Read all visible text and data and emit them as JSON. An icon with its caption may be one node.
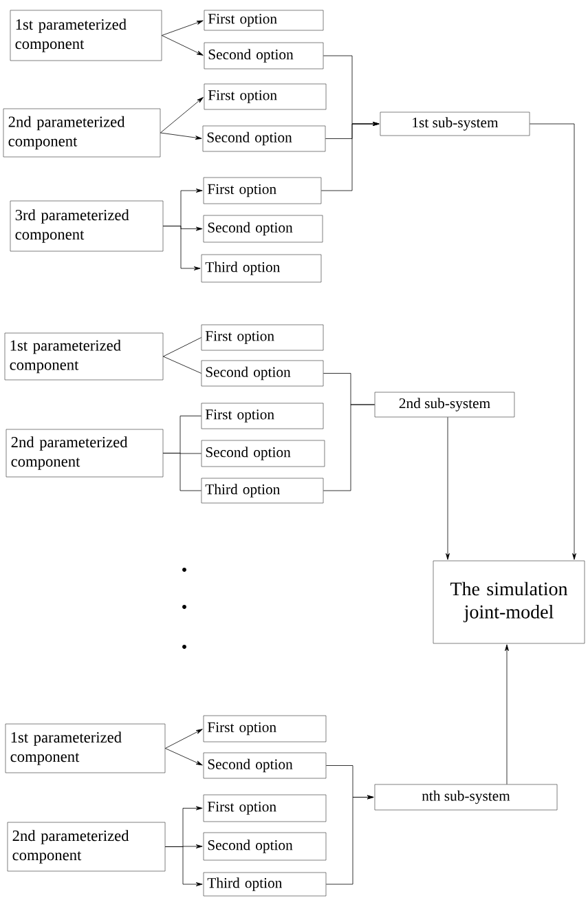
{
  "diagram": {
    "nodes": [
      {
        "text": [
          "1st parameterized component"
        ]
      },
      {
        "text": [
          "First option"
        ]
      },
      {
        "text": [
          "Second option"
        ]
      },
      {
        "text": [
          "2nd parameterized component"
        ]
      },
      {
        "text": [
          "First option"
        ]
      },
      {
        "text": [
          "Second option"
        ]
      },
      {
        "text": [
          "1st sub-system"
        ]
      },
      {
        "text": [
          "3rd parameterized component"
        ]
      },
      {
        "text": [
          "First option"
        ]
      },
      {
        "text": [
          "Second option"
        ]
      },
      {
        "text": [
          "Third option"
        ]
      },
      {
        "text": [
          "1st parameterized component"
        ]
      },
      {
        "text": [
          "First option"
        ]
      },
      {
        "text": [
          "Second option"
        ]
      },
      {
        "text": [
          "2nd sub-system"
        ]
      },
      {
        "text": [
          "2nd parameterized component"
        ]
      },
      {
        "text": [
          "First option"
        ]
      },
      {
        "text": [
          "Second option"
        ]
      },
      {
        "text": [
          "Third option"
        ]
      },
      {
        "text": [
          "The simulation joint-model"
        ]
      },
      {
        "text": [
          "1st parameterized component"
        ]
      },
      {
        "text": [
          "First option"
        ]
      },
      {
        "text": [
          "Second option"
        ]
      },
      {
        "text": [
          "nth sub-system"
        ]
      },
      {
        "text": [
          "2nd parameterized component"
        ]
      },
      {
        "text": [
          "First option"
        ]
      },
      {
        "text": [
          "Second option"
        ]
      },
      {
        "text": [
          "Third option"
        ]
      }
    ],
    "edges": [
      {
        "from": 0,
        "to": 1,
        "arrow": "to"
      },
      {
        "from": 0,
        "to": 2,
        "arrow": "to"
      },
      {
        "from": 3,
        "to": 4,
        "arrow": "to"
      },
      {
        "from": 3,
        "to": 5,
        "arrow": "to"
      },
      {
        "from": 7,
        "to": 8,
        "arrow": "to"
      },
      {
        "from": 7,
        "to": 9,
        "arrow": "to"
      },
      {
        "from": 7,
        "to": 10,
        "arrow": "to"
      },
      {
        "from": 2,
        "to": 6,
        "arrow": "to"
      },
      {
        "from": 5,
        "to": 6,
        "arrow": "to"
      },
      {
        "from": 8,
        "to": 6,
        "arrow": "to"
      },
      {
        "from": 6,
        "to": 19,
        "arrow": "to"
      },
      {
        "from": 11,
        "to": 12,
        "arrow": "none"
      },
      {
        "from": 11,
        "to": 13,
        "arrow": "none"
      },
      {
        "from": 15,
        "to": 16,
        "arrow": "none"
      },
      {
        "from": 15,
        "to": 17,
        "arrow": "none"
      },
      {
        "from": 15,
        "to": 18,
        "arrow": "none"
      },
      {
        "from": 13,
        "to": 14,
        "arrow": "none"
      },
      {
        "from": 18,
        "to": 14,
        "arrow": "none"
      },
      {
        "from": 14,
        "to": 19,
        "arrow": "to"
      },
      {
        "from": 20,
        "to": 21,
        "arrow": "to"
      },
      {
        "from": 20,
        "to": 22,
        "arrow": "to"
      },
      {
        "from": 24,
        "to": 25,
        "arrow": "to"
      },
      {
        "from": 24,
        "to": 26,
        "arrow": "to"
      },
      {
        "from": 24,
        "to": 27,
        "arrow": "to"
      },
      {
        "from": 22,
        "to": 23,
        "arrow": "to"
      },
      {
        "from": 27,
        "to": 23,
        "arrow": "to"
      },
      {
        "from": 23,
        "to": 19,
        "arrow": "to"
      }
    ]
  }
}
